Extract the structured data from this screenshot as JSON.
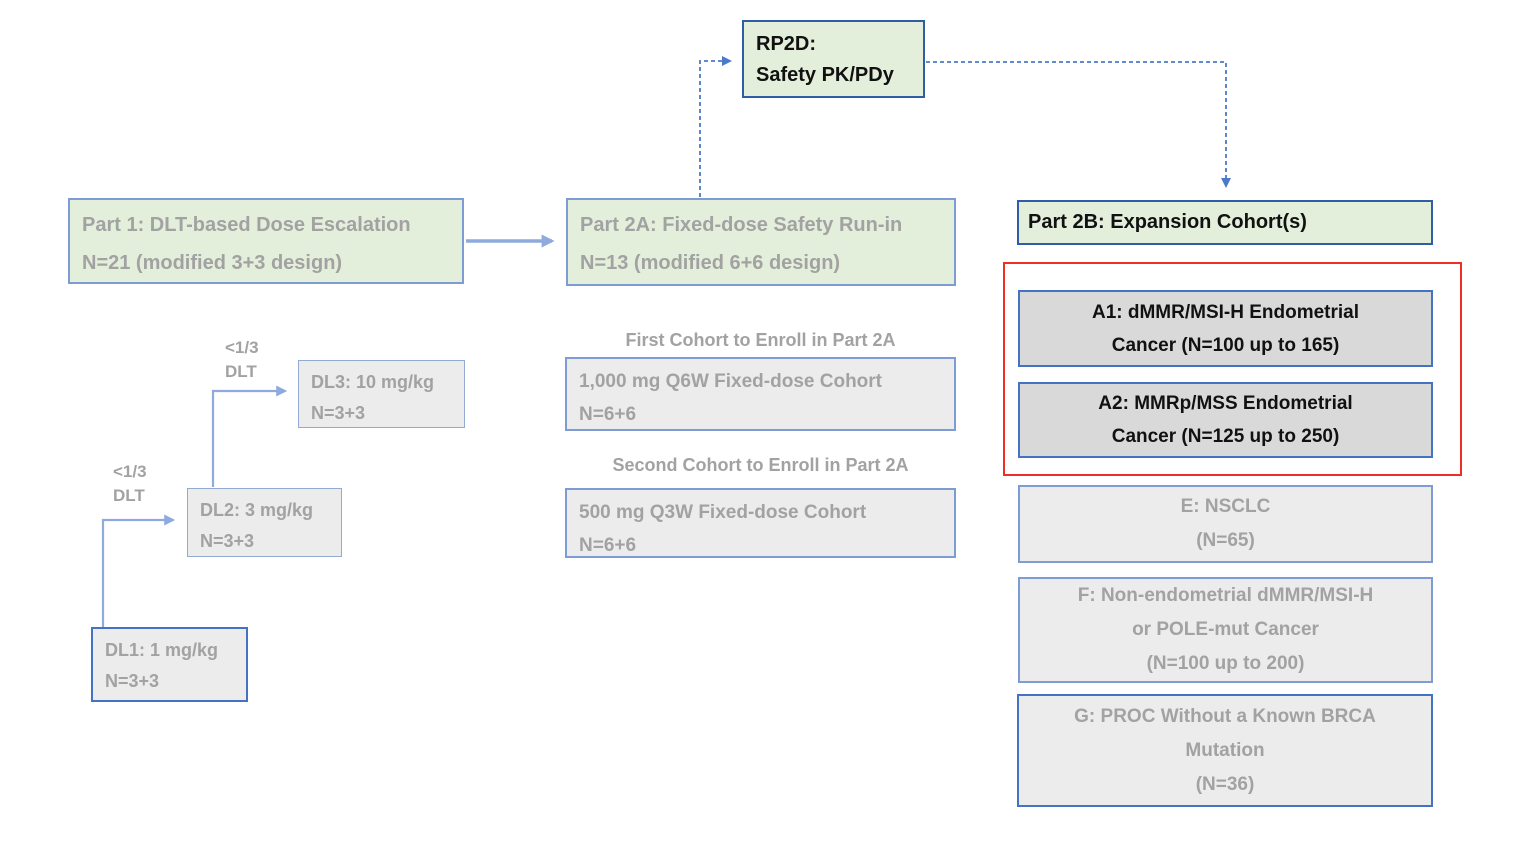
{
  "colors": {
    "green_fill": "#e4efdb",
    "gray_fill": "#ececec",
    "gray_fill_dark": "#d9d9d9",
    "border_strong": "#2f5ea7",
    "border_mid": "#4472c4",
    "border_faded": "#7d9cd4",
    "border_pale": "#93aad6",
    "arrow_solid": "#8faadc",
    "arrow_dashed": "#4a7ac9",
    "red_border": "#ee2f23",
    "text_black": "#111111",
    "text_gray": "#a2a2a2"
  },
  "diagram": {
    "rp2d": {
      "line1": "RP2D:",
      "line2": "Safety PK/PDy"
    },
    "part1": {
      "line1": "Part 1: DLT-based Dose Escalation",
      "line2": "N=21 (modified 3+3 design)"
    },
    "part2a": {
      "line1": "Part 2A: Fixed-dose Safety Run-in",
      "line2": "N=13 (modified 6+6 design)"
    },
    "part2b": {
      "title": "Part 2B: Expansion Cohort(s)"
    },
    "dose_escalation": {
      "dlt_gate_upper": {
        "line1": "<1/3",
        "line2": "DLT"
      },
      "dlt_gate_lower": {
        "line1": "<1/3",
        "line2": "DLT"
      },
      "dl3": {
        "line1": "DL3: 10 mg/kg",
        "line2": "N=3+3"
      },
      "dl2": {
        "line1": "DL2: 3 mg/kg",
        "line2": "N=3+3"
      },
      "dl1": {
        "line1": "DL1: 1 mg/kg",
        "line2": "N=3+3"
      }
    },
    "part2a_cohorts": {
      "first_label": "First Cohort to Enroll in Part 2A",
      "first": {
        "line1": "1,000 mg Q6W Fixed-dose Cohort",
        "line2": "N=6+6"
      },
      "second_label": "Second Cohort to Enroll in Part 2A",
      "second": {
        "line1": "500 mg Q3W Fixed-dose Cohort",
        "line2": "N=6+6"
      }
    },
    "expansion": {
      "a1": {
        "line1": "A1: dMMR/MSI-H Endometrial",
        "line2": "Cancer (N=100 up to 165)"
      },
      "a2": {
        "line1": "A2: MMRp/MSS Endometrial",
        "line2": "Cancer (N=125 up to 250)"
      },
      "e": {
        "line1": "E: NSCLC",
        "line2": "(N=65)"
      },
      "f": {
        "line1": "F: Non-endometrial dMMR/MSI-H",
        "line2": "or POLE-mut Cancer",
        "line3": "(N=100 up to 200)"
      },
      "g": {
        "line1": "G: PROC Without a Known BRCA",
        "line2": "Mutation",
        "line3": "(N=36)"
      }
    }
  }
}
